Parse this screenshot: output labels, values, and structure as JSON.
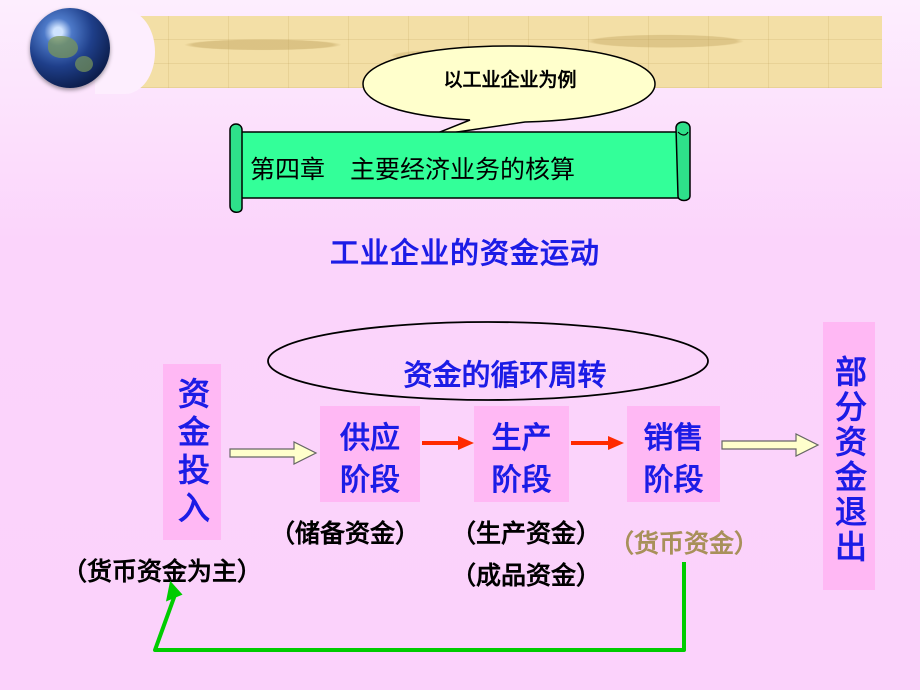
{
  "callout": {
    "text": "以工业企业为例"
  },
  "scroll": {
    "chapter": "第四章",
    "title": "主要经济业务的核算",
    "full": "第四章　主要经济业务的核算"
  },
  "main_title": "工业企业的资金运动",
  "cycle_label": "资金的循环周转",
  "capital_in": {
    "label": "资金投入",
    "note": "（货币资金为主）"
  },
  "stages": [
    {
      "line1": "供应",
      "line2": "阶段",
      "note": "（储备资金）"
    },
    {
      "line1": "生产",
      "line2": "阶段",
      "note": "（生产资金）",
      "note2": "（成品资金）"
    },
    {
      "line1": "销售",
      "line2": "阶段",
      "note": "（货币资金）"
    }
  ],
  "capital_out": {
    "label": "部分资金退出"
  },
  "colors": {
    "title_blue": "#1c1ce6",
    "box_pink": "#ffb8f4",
    "scroll_green": "#33ff99",
    "arrow_red": "#ff2a00",
    "return_green": "#00cc00",
    "muted_note": "#a8905a"
  }
}
